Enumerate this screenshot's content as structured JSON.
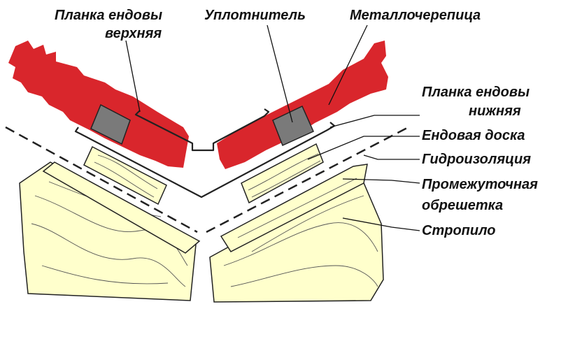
{
  "labels": {
    "upper_valley_plank": [
      "Планка ендовы",
      "верхняя"
    ],
    "sealant": "Уплотнитель",
    "metal_tile": "Металлочерепица",
    "lower_valley_plank": [
      "Планка ендовы",
      "нижняя"
    ],
    "valley_board": "Ендовая доска",
    "waterproofing": "Гидроизоляция",
    "intermediate_batten": [
      "Промежуточная",
      "обрешетка"
    ],
    "rafter": "Стропило"
  },
  "colors": {
    "tile": "#d9262c",
    "wood": "#ffffcc",
    "seal": "#7a7a7a"
  }
}
